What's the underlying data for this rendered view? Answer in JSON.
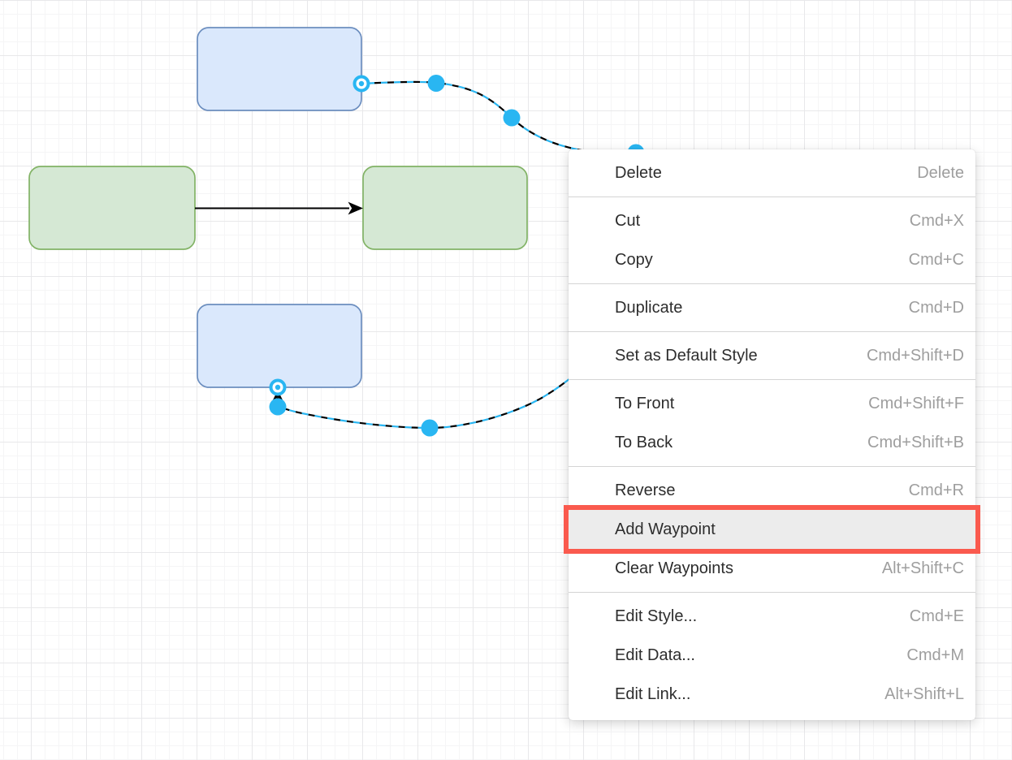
{
  "app": {
    "description": "Diagram editor canvas with grid, shapes, a selected curved edge with waypoints, and an open edge context menu"
  },
  "colors": {
    "grid_minor": "#f5f5f6",
    "grid_major": "#e8e8ea",
    "blue_fill": "#dae8fc",
    "blue_stroke": "#6c8ebf",
    "green_fill": "#d5e8d4",
    "green_stroke": "#82b366",
    "edge": "#000000",
    "handle": "#29b6f2",
    "menu_text": "#2d2d2d",
    "menu_shortcut": "#9e9e9e",
    "menu_divider": "#d4d4d4",
    "highlight_border": "#fa5a4e",
    "highlight_bg": "#ececec"
  },
  "diagram": {
    "nodes": [
      {
        "id": "blue-top",
        "color": "blue"
      },
      {
        "id": "green-left",
        "color": "green"
      },
      {
        "id": "green-right",
        "color": "green"
      },
      {
        "id": "blue-bottom",
        "color": "blue"
      }
    ],
    "edges": [
      {
        "id": "green-arrow",
        "style": "solid-black-arrow"
      },
      {
        "id": "selected-curved-edge",
        "style": "selected-dashed",
        "waypoints": 5,
        "endpoints": 2
      }
    ]
  },
  "context_menu": {
    "groups": [
      {
        "items": [
          {
            "label": "Delete",
            "shortcut": "Delete"
          }
        ]
      },
      {
        "items": [
          {
            "label": "Cut",
            "shortcut": "Cmd+X"
          },
          {
            "label": "Copy",
            "shortcut": "Cmd+C"
          }
        ]
      },
      {
        "items": [
          {
            "label": "Duplicate",
            "shortcut": "Cmd+D"
          }
        ]
      },
      {
        "items": [
          {
            "label": "Set as Default Style",
            "shortcut": "Cmd+Shift+D"
          }
        ]
      },
      {
        "items": [
          {
            "label": "To Front",
            "shortcut": "Cmd+Shift+F"
          },
          {
            "label": "To Back",
            "shortcut": "Cmd+Shift+B"
          }
        ]
      },
      {
        "items": [
          {
            "label": "Reverse",
            "shortcut": "Cmd+R"
          },
          {
            "label": "Add Waypoint",
            "shortcut": "",
            "highlighted": true
          },
          {
            "label": "Clear Waypoints",
            "shortcut": "Alt+Shift+C"
          }
        ]
      },
      {
        "items": [
          {
            "label": "Edit Style...",
            "shortcut": "Cmd+E"
          },
          {
            "label": "Edit Data...",
            "shortcut": "Cmd+M"
          },
          {
            "label": "Edit Link...",
            "shortcut": "Alt+Shift+L"
          }
        ]
      }
    ],
    "highlight": {
      "border_color": "#fa5a4e",
      "background": "#ececec"
    }
  }
}
